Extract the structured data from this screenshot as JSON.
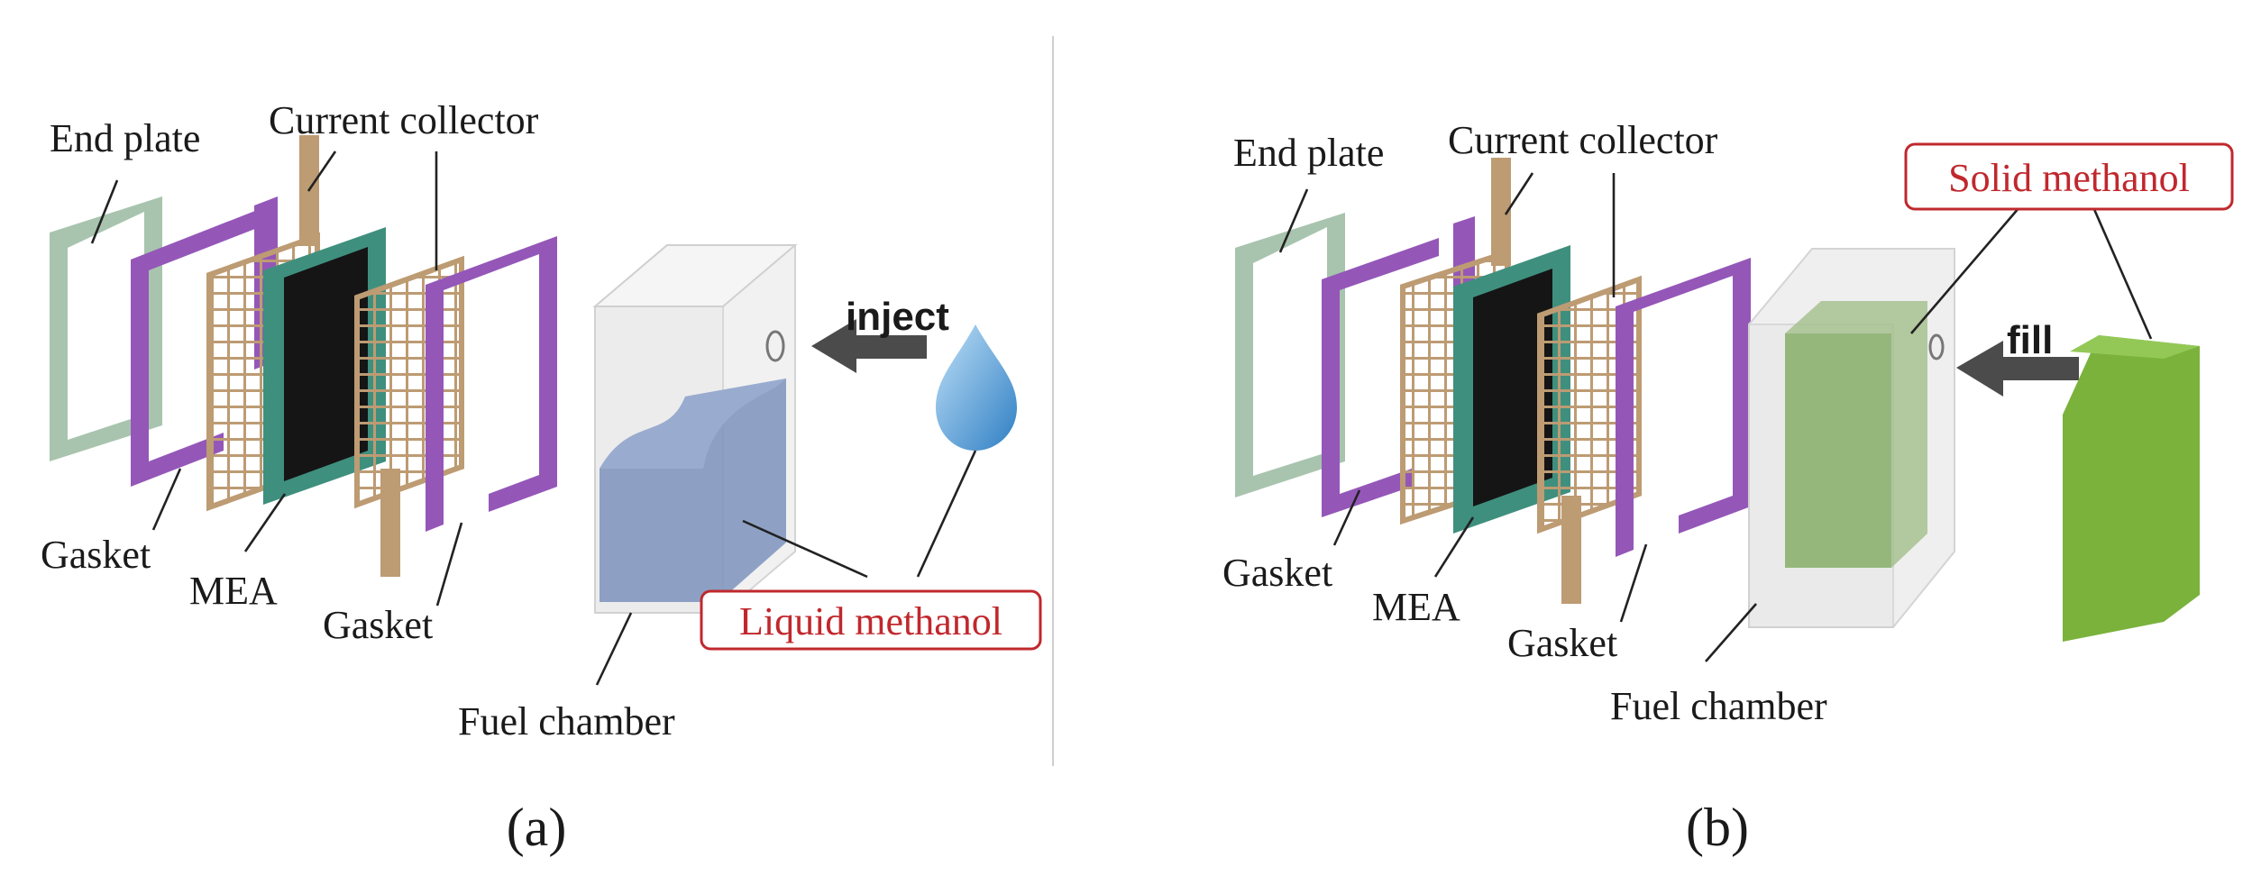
{
  "panel_a": {
    "caption": "(a)",
    "labels": {
      "end_plate": "End plate",
      "current_collector": "Current collector",
      "gasket_left": "Gasket",
      "mea": "MEA",
      "gasket_right": "Gasket",
      "fuel_chamber": "Fuel chamber",
      "fuel": "Liquid methanol",
      "action": "inject"
    }
  },
  "panel_b": {
    "caption": "(b)",
    "labels": {
      "end_plate": "End plate",
      "current_collector": "Current collector",
      "gasket_left": "Gasket",
      "mea": "MEA",
      "gasket_right": "Gasket",
      "fuel_chamber": "Fuel chamber",
      "fuel": "Solid methanol",
      "action": "fill"
    }
  },
  "colors": {
    "end_plate": "#a8c4ae",
    "gasket": "#9457b8",
    "collector": "#bd9b73",
    "mea_frame": "#3f8f7e",
    "mea_core": "#151515",
    "liquid": "#7d93bd",
    "solid": "#7ab23c",
    "highlight_box": "#c0282d",
    "arrow": "#4b4b4b"
  }
}
